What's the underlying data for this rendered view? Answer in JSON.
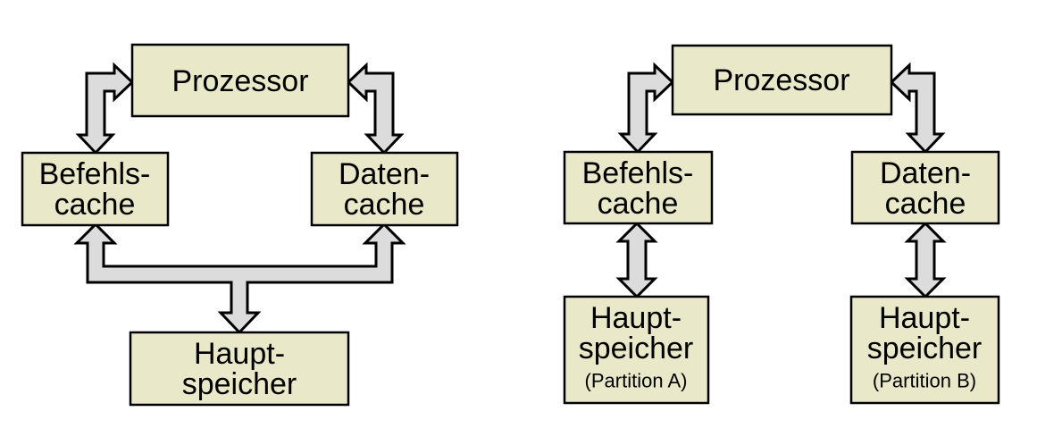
{
  "colors": {
    "background": "#ffffff",
    "box_fill": "#e9e8c9",
    "box_border": "#000000",
    "arrow_fill": "#dcdcdc",
    "arrow_border": "#000000",
    "text": "#000000"
  },
  "left_diagram": {
    "processor": "Prozessor",
    "instruction_cache_line1": "Befehls-",
    "instruction_cache_line2": "cache",
    "data_cache_line1": "Daten-",
    "data_cache_line2": "cache",
    "main_memory_line1": "Haupt-",
    "main_memory_line2": "speicher"
  },
  "right_diagram": {
    "processor": "Prozessor",
    "instruction_cache_line1": "Befehls-",
    "instruction_cache_line2": "cache",
    "data_cache_line1": "Daten-",
    "data_cache_line2": "cache",
    "main_memory_a_line1": "Haupt-",
    "main_memory_a_line2": "speicher",
    "main_memory_a_line3": "(Partition A)",
    "main_memory_b_line1": "Haupt-",
    "main_memory_b_line2": "speicher",
    "main_memory_b_line3": "(Partition B)"
  }
}
